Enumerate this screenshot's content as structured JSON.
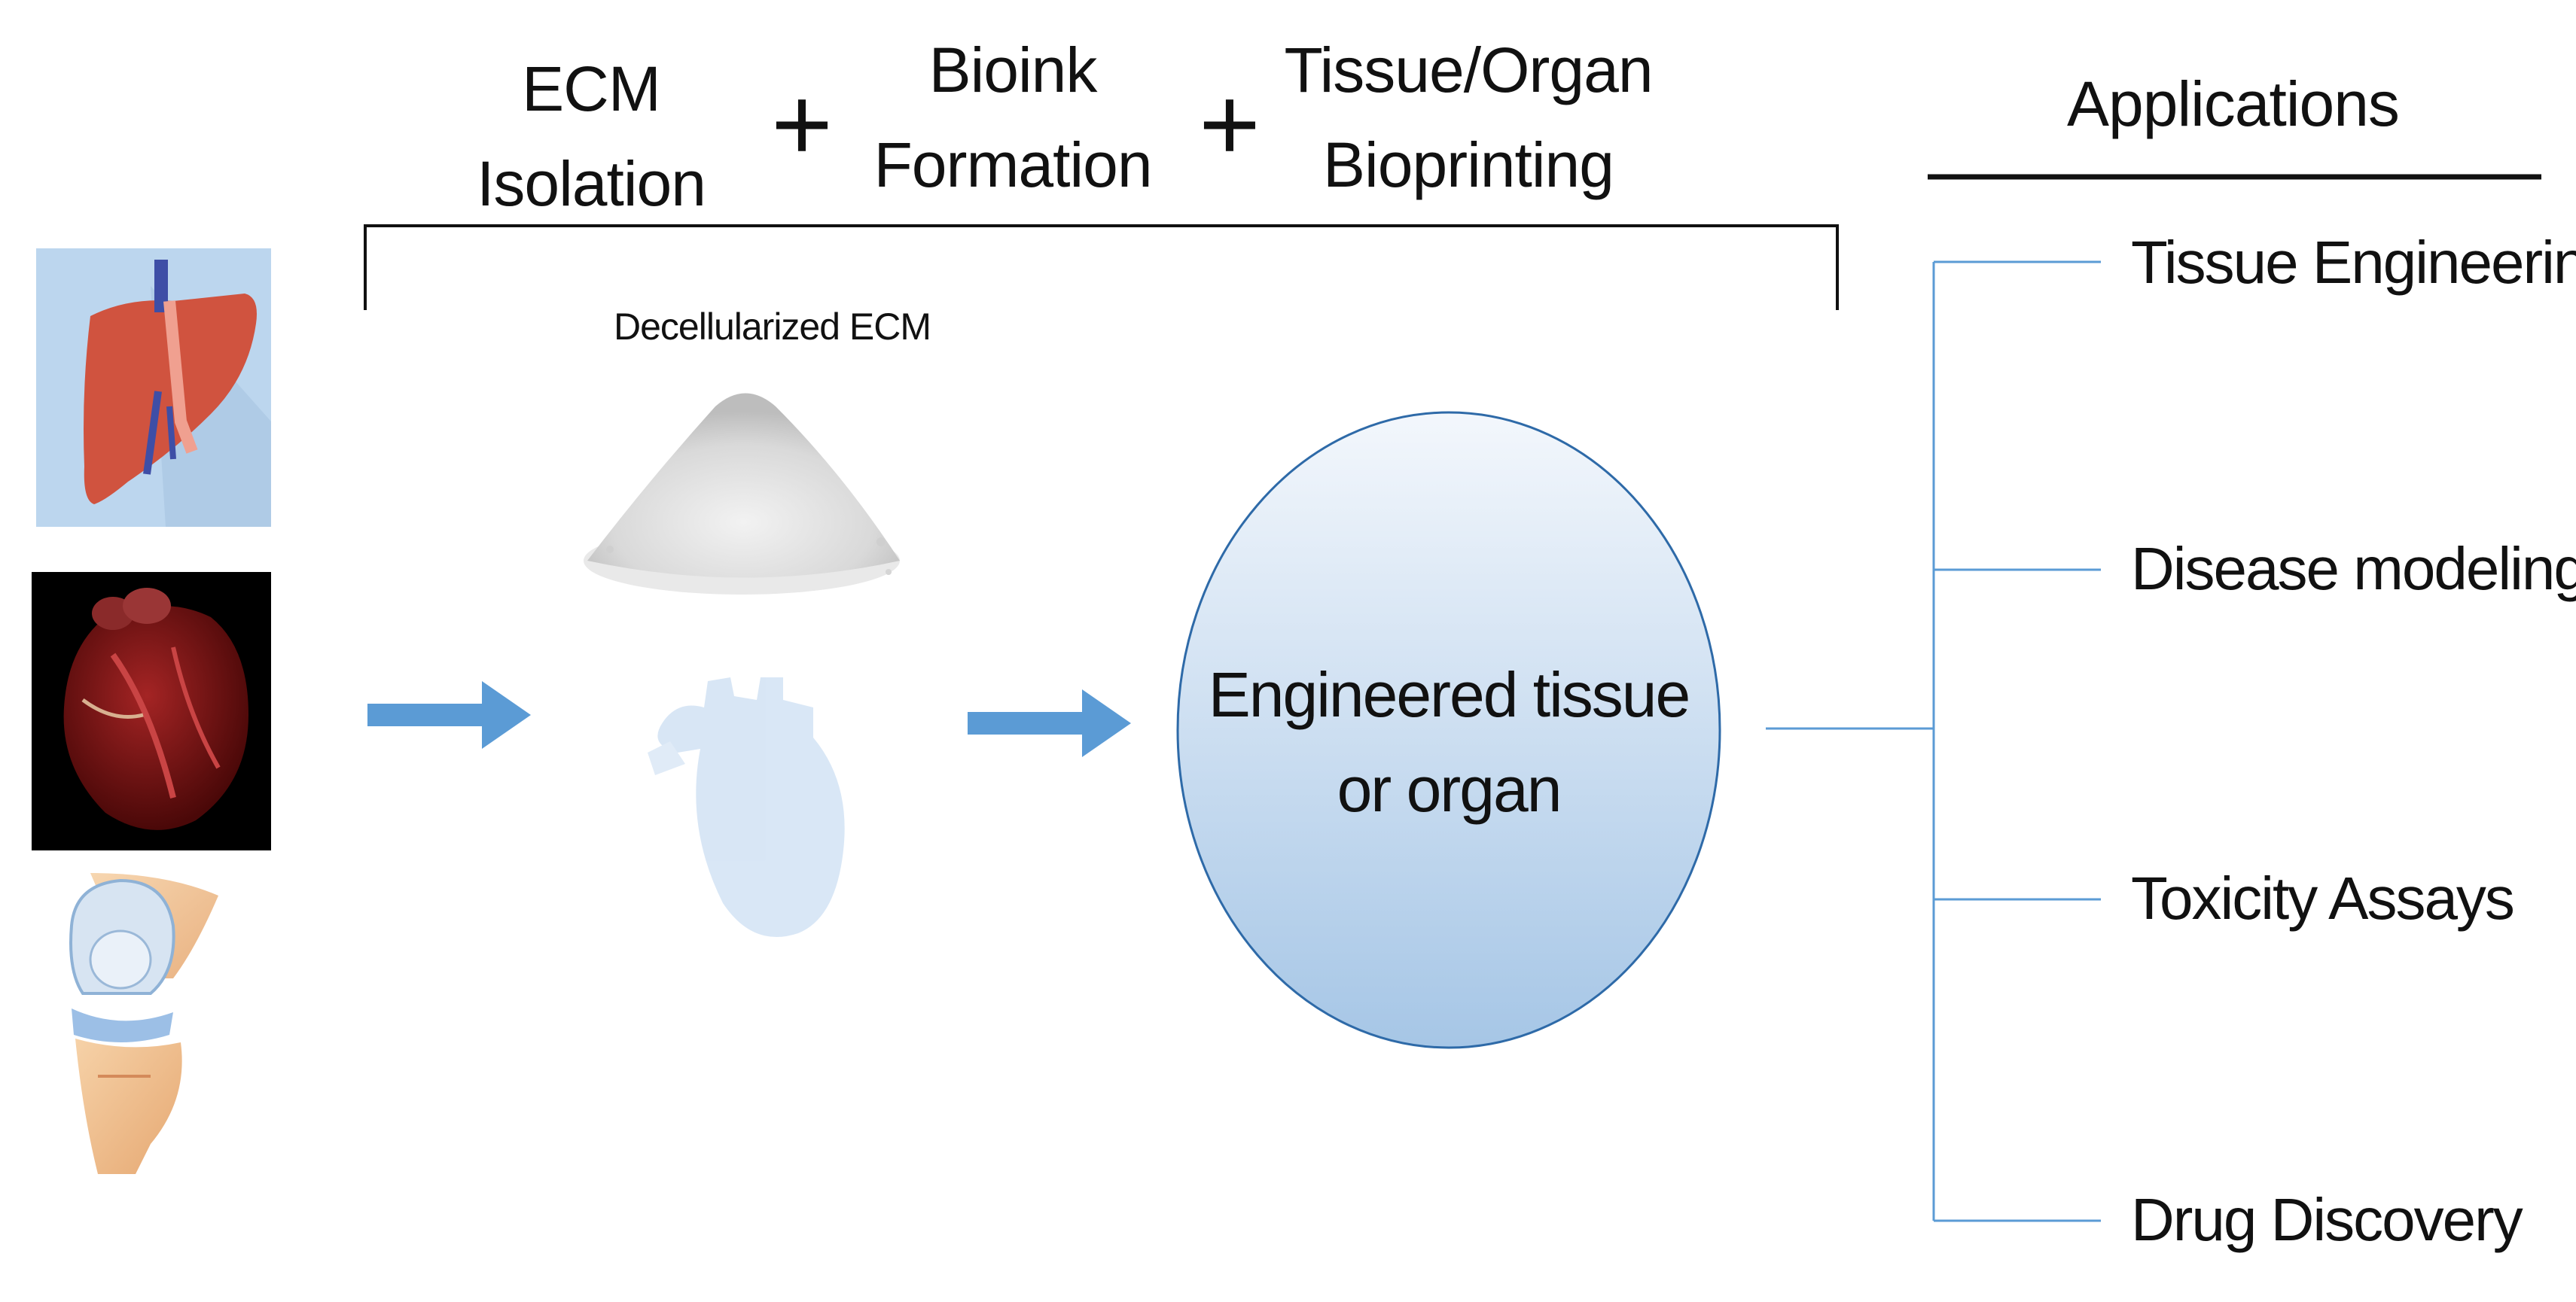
{
  "steps": {
    "ecm": "ECM\nIsolation",
    "plus1": "+",
    "bioink": "Bioink\nFormation",
    "plus2": "+",
    "bioprinting": "Tissue/Organ\nBioprinting"
  },
  "decellularized_label": "Decellularized ECM",
  "result_label": "Engineered tissue\nor organ",
  "applications": {
    "title": "Applications",
    "items": [
      "Tissue Engineering",
      "Disease modeling",
      "Toxicity Assays",
      "Drug Discovery"
    ]
  },
  "colors": {
    "arrow": "#5b9bd5",
    "connector": "#5b9bd5",
    "ellipse_top": "#eef4fb",
    "ellipse_bottom": "#a9c9e8",
    "ellipse_stroke": "#2e6aa8",
    "liver_bg": "#bcd6ee",
    "liver": "#d0533f",
    "heart_bg": "#000000",
    "heart": "#7a1616"
  },
  "icons": [
    "liver-icon",
    "heart-icon",
    "knee-joint-icon",
    "ecm-powder-icon",
    "ghost-heart-icon"
  ]
}
